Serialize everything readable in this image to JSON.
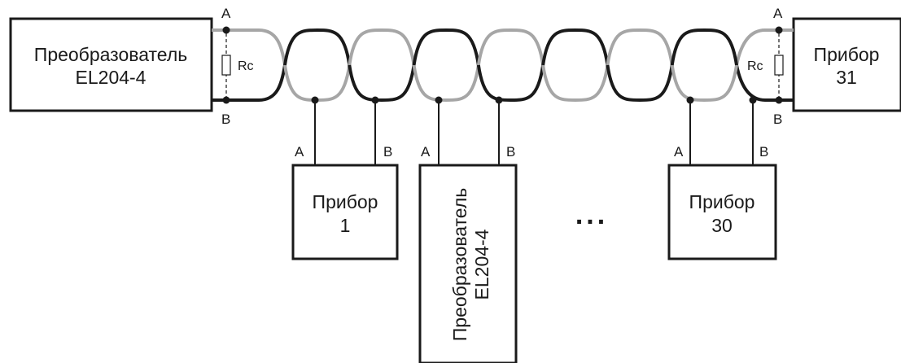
{
  "converter_left": {
    "line1": "Преобразователь",
    "line2": "EL204-4"
  },
  "device_right": {
    "line1": "Прибор",
    "line2": "31"
  },
  "device_1": {
    "line1": "Прибор",
    "line2": "1"
  },
  "converter_middle": {
    "line1": "Преобразователь",
    "line2": "EL204-4"
  },
  "device_30": {
    "line1": "Прибор",
    "line2": "30"
  },
  "terminator_label": "Rc",
  "pin_a": "A",
  "pin_b": "B",
  "ellipsis": "...",
  "colors": {
    "line": "#1a1a1a",
    "wire_grey": "#a6a6a6",
    "background": "#ffffff"
  }
}
